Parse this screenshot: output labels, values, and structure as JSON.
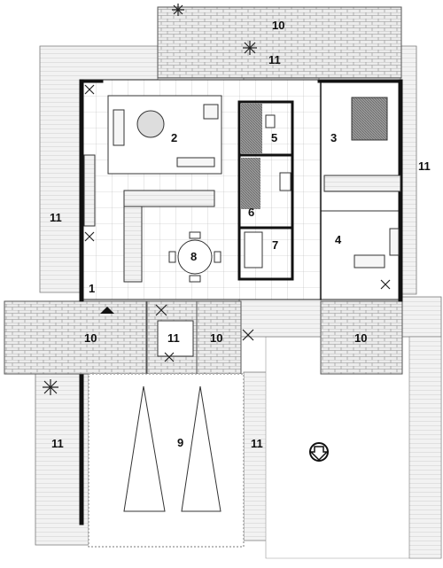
{
  "labels": {
    "entry": "1",
    "living": "2",
    "bedroom_a": "3",
    "bedroom_b": "4",
    "bath_a": "5",
    "utility": "6",
    "bath_b": "7",
    "dining": "8",
    "carport": "9",
    "paving": "10",
    "garden": "11"
  },
  "colors": {
    "wall": "#111111",
    "line": "#333333",
    "paving_fill": "#e6e6e6",
    "garden_fill": "#f4f4f4",
    "page": "#ffffff"
  },
  "icons": {
    "entry_marker": "triangle-marker-icon",
    "north_marker": "north-arrow-icon",
    "plant_marker": "plant-icon"
  }
}
